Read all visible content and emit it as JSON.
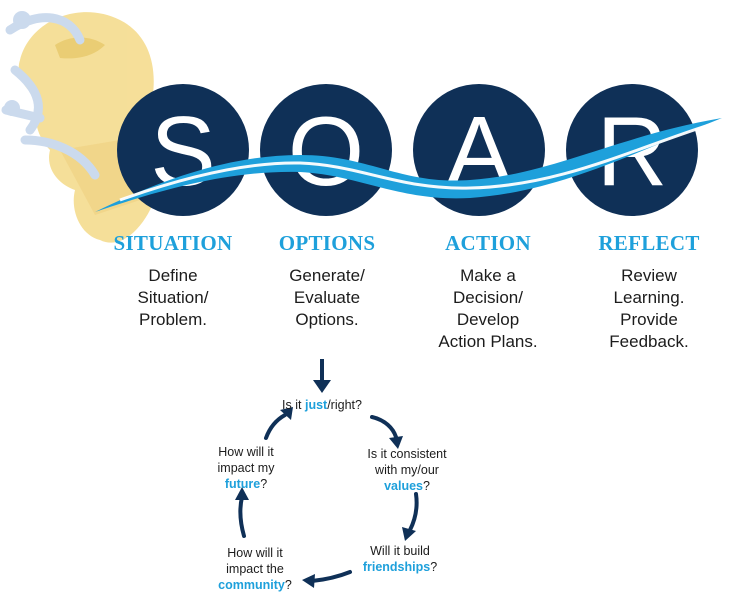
{
  "letters": [
    "S",
    "O",
    "A",
    "R"
  ],
  "steps": [
    {
      "heading": "SITUATION",
      "lines": [
        "Define",
        "Situation/",
        "Problem."
      ]
    },
    {
      "heading": "OPTIONS",
      "lines": [
        "Generate/",
        "Evaluate",
        "Options."
      ]
    },
    {
      "heading": "ACTION",
      "lines": [
        "Make a",
        "Decision/",
        "Develop",
        "Action Plans."
      ]
    },
    {
      "heading": "REFLECT",
      "lines": [
        "Review",
        "Learning.",
        "Provide",
        "Feedback."
      ]
    }
  ],
  "questions": {
    "just": {
      "pre": "Is it ",
      "key": "just",
      "post": "/right?"
    },
    "values": {
      "line1": "Is it consistent",
      "line2": "with my/our",
      "key": "values",
      "post": "?"
    },
    "friendships": {
      "line1": "Will it build",
      "key": "friendships",
      "post": "?"
    },
    "community": {
      "line1": "How will it",
      "line2": "impact the",
      "key": "community",
      "post": "?"
    },
    "future": {
      "line1": "How will it",
      "line2": "impact my",
      "key": "future",
      "post": "?"
    }
  },
  "colors": {
    "navy": "#0f3057",
    "blue": "#1ea0db",
    "text": "#1c1c1c",
    "crest_yellow": "#f5dc8e",
    "crest_blue": "#c6d6ec"
  },
  "icons": [
    "crest-emblem-icon",
    "arrow-down-icon",
    "cycle-arrow-icon"
  ]
}
